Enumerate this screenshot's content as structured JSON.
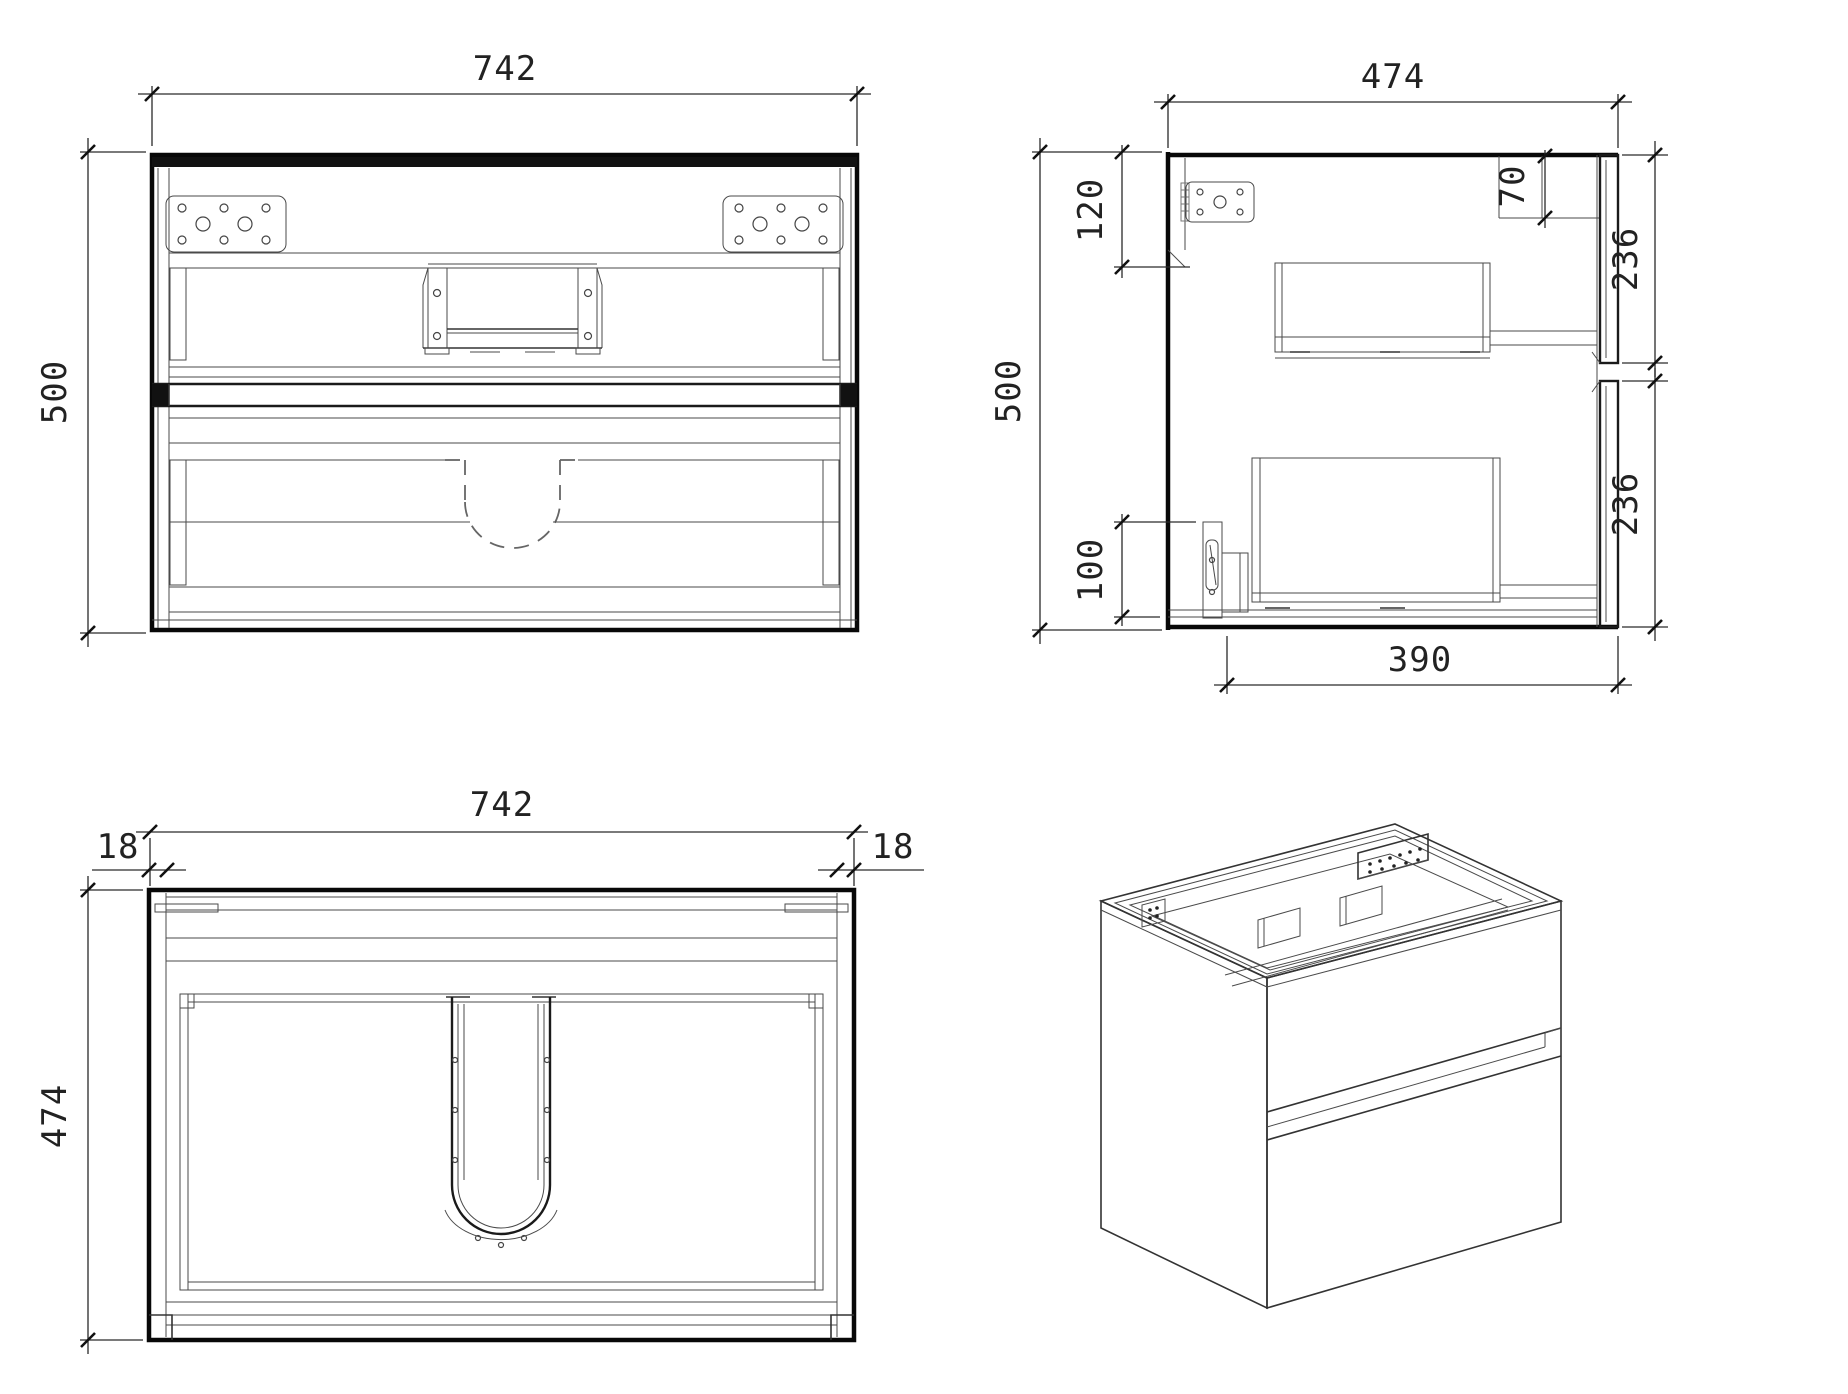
{
  "drawing": {
    "type": "cad-orthographic-technical-drawing",
    "subject": "wall-hung two-drawer vanity cabinet",
    "units": "mm",
    "views": {
      "front": {
        "width_label": "742",
        "height_label": "500"
      },
      "side": {
        "width_label": "474",
        "height_label": "500",
        "hanger_offset_label": "120",
        "bottom_offset_label": "100",
        "top_rail_label": "70",
        "upper_drawer_front_label": "236",
        "lower_drawer_front_label": "236",
        "drawer_depth_label": "390"
      },
      "top": {
        "width_label": "742",
        "depth_label": "474",
        "left_panel_thickness_label": "18",
        "right_panel_thickness_label": "18"
      },
      "iso": {
        "description": "isometric projection of cabinet carcass with two drawer fronts"
      }
    }
  }
}
